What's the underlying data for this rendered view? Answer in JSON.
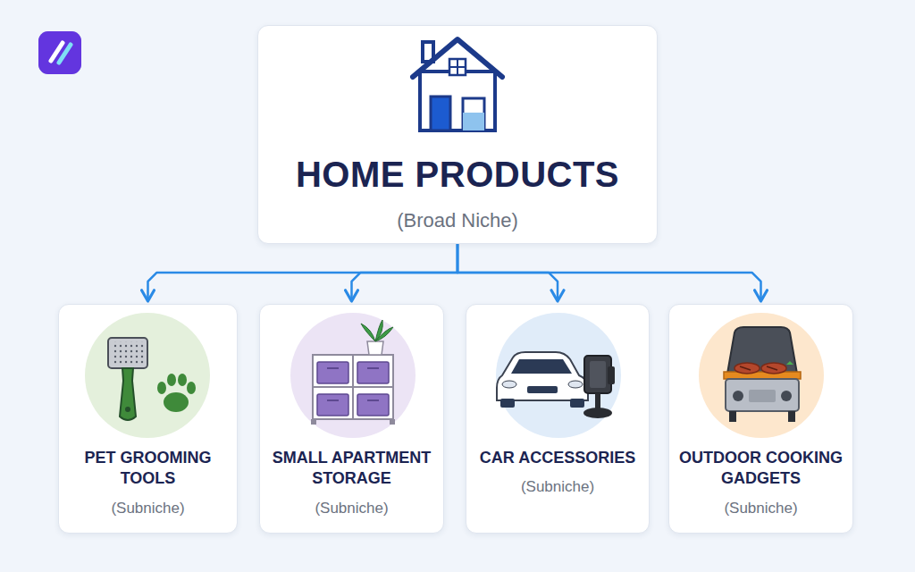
{
  "diagram": {
    "nodes": [
      {
        "text": [
          "HOME PRODUCTS",
          "(Broad Niche)"
        ]
      },
      {
        "text": [
          "PET GROOMING TOOLS",
          "(Subniche)"
        ]
      },
      {
        "text": [
          "SMALL APARTMENT STORAGE",
          "(Subniche)"
        ]
      },
      {
        "text": [
          "CAR ACCESSORIES",
          "(Subniche)"
        ]
      },
      {
        "text": [
          "OUTDOOR COOKING GADGETS",
          "(Subniche)"
        ]
      }
    ],
    "edges": [
      {
        "from": 0,
        "to": 1,
        "arrow": "to"
      },
      {
        "from": 0,
        "to": 2,
        "arrow": "to"
      },
      {
        "from": 0,
        "to": 3,
        "arrow": "to"
      },
      {
        "from": 0,
        "to": 4,
        "arrow": "to"
      }
    ]
  }
}
